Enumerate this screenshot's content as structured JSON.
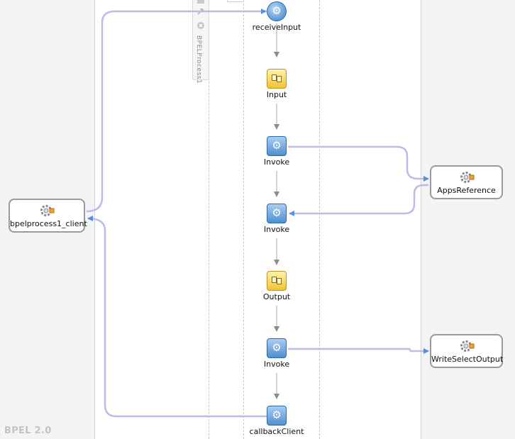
{
  "process": {
    "palette_label": "BPELProcess1",
    "version_label": "BPEL 2.0"
  },
  "activities": [
    {
      "label": "receiveInput",
      "icon": "receive-gear-icon"
    },
    {
      "label": "Input",
      "icon": "assign-icon"
    },
    {
      "label": "Invoke",
      "icon": "invoke-gear-icon"
    },
    {
      "label": "Invoke",
      "icon": "invoke-gear-icon"
    },
    {
      "label": "Output",
      "icon": "assign-icon"
    },
    {
      "label": "Invoke",
      "icon": "invoke-gear-icon"
    },
    {
      "label": "callbackClient",
      "icon": "invoke-gear-icon"
    }
  ],
  "partner_links": {
    "left": [
      {
        "label": "bpelprocess1_client",
        "icon": "gear-service-icon"
      }
    ],
    "right": [
      {
        "label": "AppsReference",
        "icon": "gear-service-icon"
      },
      {
        "label": "WriteSelectOutput",
        "icon": "gear-service-icon"
      }
    ]
  },
  "colors": {
    "wire": "#b9bde8",
    "wire_arrow": "#5a8fe0",
    "flow_arrow": "#8c8c8c",
    "lane_bg": "#f4f4f4"
  }
}
